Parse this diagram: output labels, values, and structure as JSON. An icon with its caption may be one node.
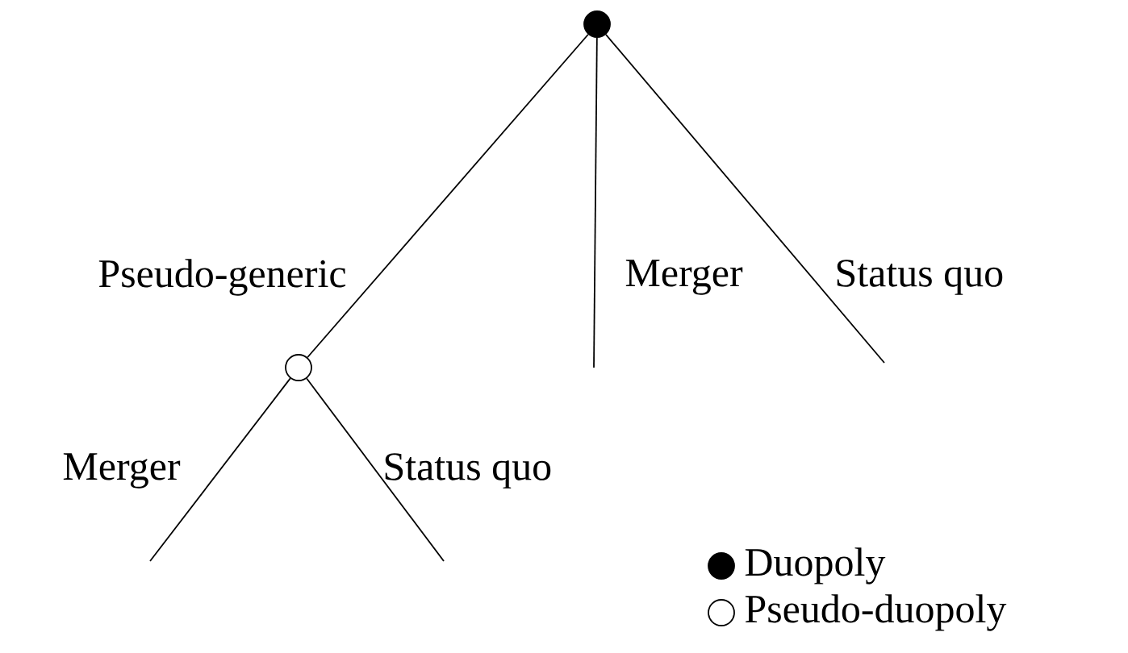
{
  "diagram": {
    "nodes": [
      {
        "text": [],
        "shape": "circle"
      },
      {
        "text": [],
        "shape": "circle"
      }
    ],
    "edges": [
      {
        "from": 0,
        "to": 1,
        "arrow": "none",
        "label": "Pseudo-generic"
      },
      {
        "from": 0,
        "to": null,
        "arrow": "none",
        "label": "Merger"
      },
      {
        "from": 0,
        "to": null,
        "arrow": "none",
        "label": "Status quo"
      },
      {
        "from": 1,
        "to": null,
        "arrow": "none",
        "label": "Merger"
      },
      {
        "from": 1,
        "to": null,
        "arrow": "none",
        "label": "Status quo"
      }
    ],
    "legend": [
      {
        "text": "Duopoly"
      },
      {
        "text": "Pseudo-duopoly"
      }
    ]
  }
}
